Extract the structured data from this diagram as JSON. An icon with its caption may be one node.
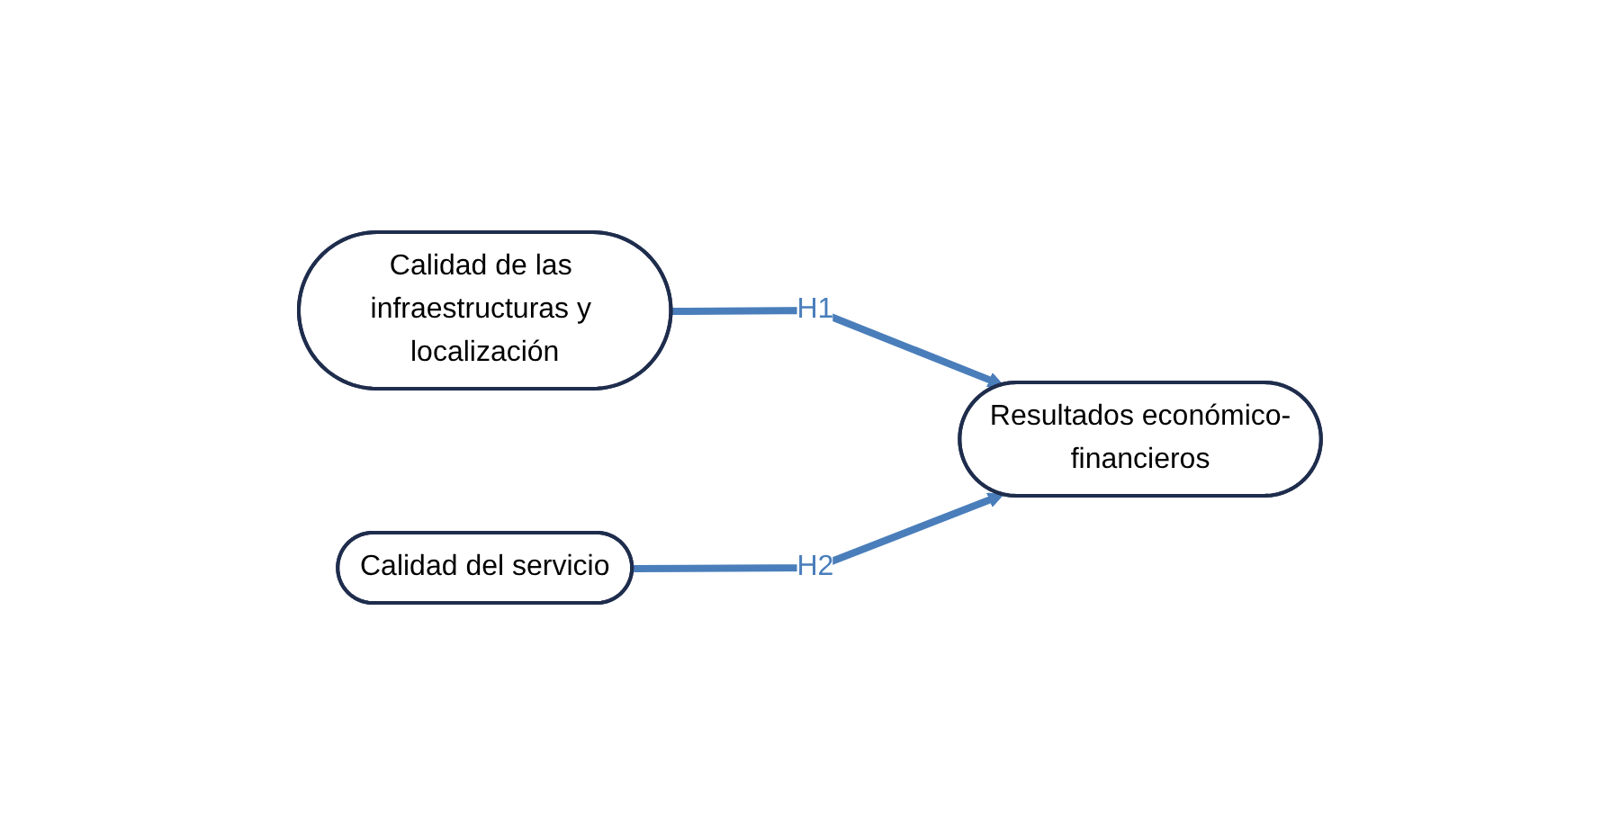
{
  "diagram": {
    "nodes": [
      {
        "text": [
          "Calidad de las infraestructuras y localización"
        ]
      },
      {
        "text": [
          "Calidad del servicio"
        ]
      },
      {
        "text": [
          "Resultados económico-financieros"
        ]
      }
    ],
    "edges": [
      {
        "from": 0,
        "to": 2,
        "arrow": "to",
        "label": "H1"
      },
      {
        "from": 1,
        "to": 2,
        "arrow": "to",
        "label": "H2"
      }
    ]
  }
}
